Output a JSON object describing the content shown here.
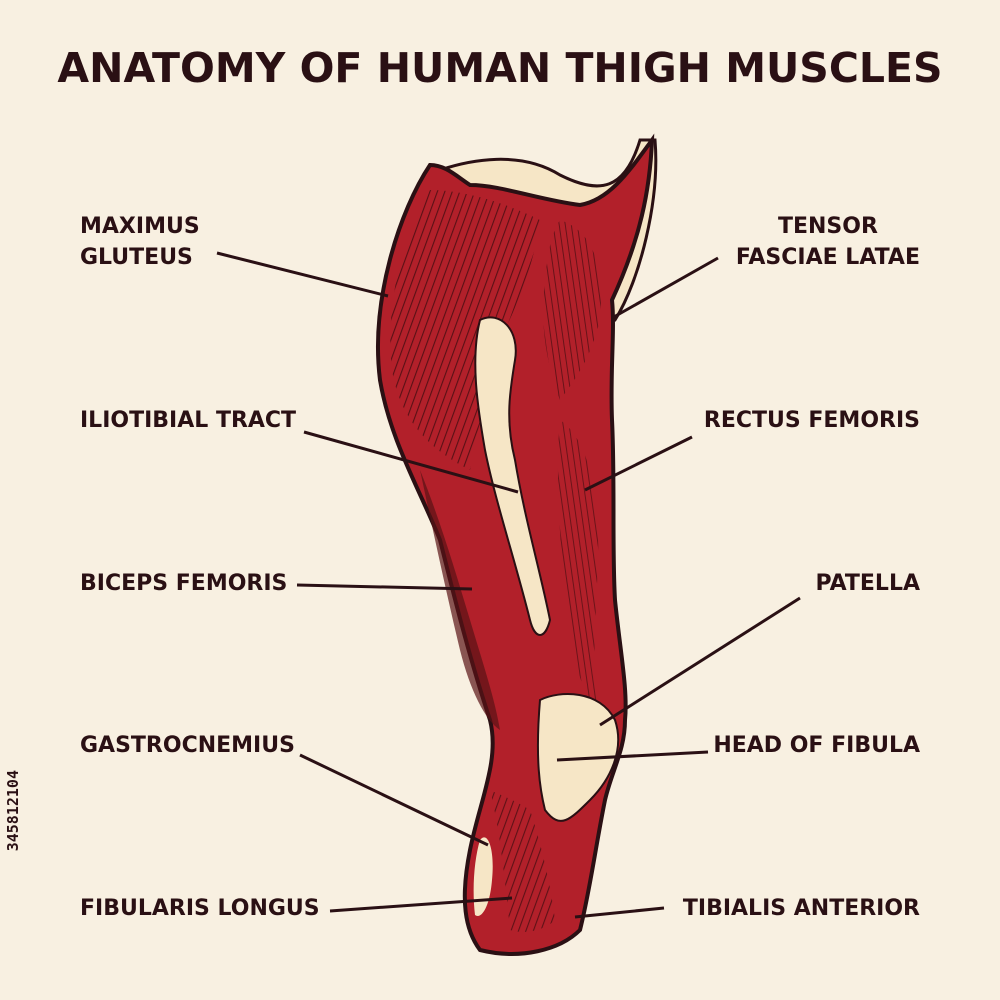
{
  "title": "ANATOMY OF HUMAN THIGH MUSCLES",
  "labels": {
    "maximus_gluteus": [
      "MAXIMUS",
      "GLUTEUS"
    ],
    "tensor_fasciae_latae": [
      "TENSOR",
      "FASCIAE LATAE"
    ],
    "iliotibial_tract": "ILIOTIBIAL TRACT",
    "rectus_femoris": "RECTUS FEMORIS",
    "biceps_femoris": "BICEPS FEMORIS",
    "patella": "PATELLA",
    "gastrocnemius": "GASTROCNEMIUS",
    "head_of_fibula": "HEAD OF FIBULA",
    "fibularis_longus": "FIBULARIS LONGUS",
    "tibialis_anterior": "TIBIALIS ANTERIOR"
  },
  "stock_id": "345812104",
  "colors": {
    "background": "#f8f0e1",
    "muscle_red": "#b2202a",
    "muscle_dark": "#5a1216",
    "tendon_cream": "#f6e6c6",
    "ink": "#2a1014"
  }
}
